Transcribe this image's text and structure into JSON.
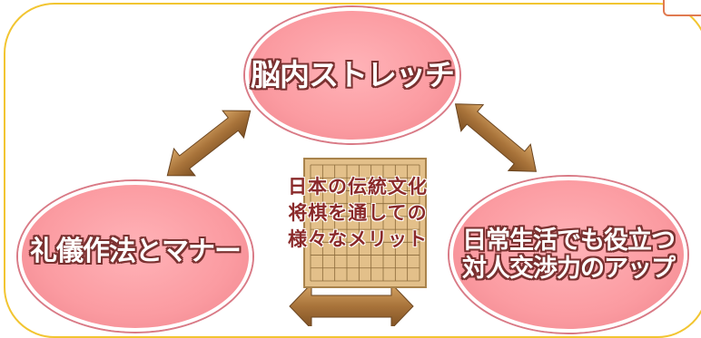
{
  "center": {
    "line1": "日本の伝統文化",
    "line2": "将棋を通しての",
    "line3": "様々なメリット"
  },
  "bubbles": {
    "top": "脳内ストレッチ",
    "left": "礼儀作法とマナー",
    "right_line1": "日常生活でも役立つ",
    "right_line2": "対人交渉力のアップ"
  },
  "colors": {
    "bubble_fill": "#fb9ba1",
    "bubble_text_outline": "#7a3130",
    "panel_border": "#f2c531",
    "arrow": "#b07a3a",
    "board": "#e3c08a",
    "center_text": "#8a2a2a"
  }
}
